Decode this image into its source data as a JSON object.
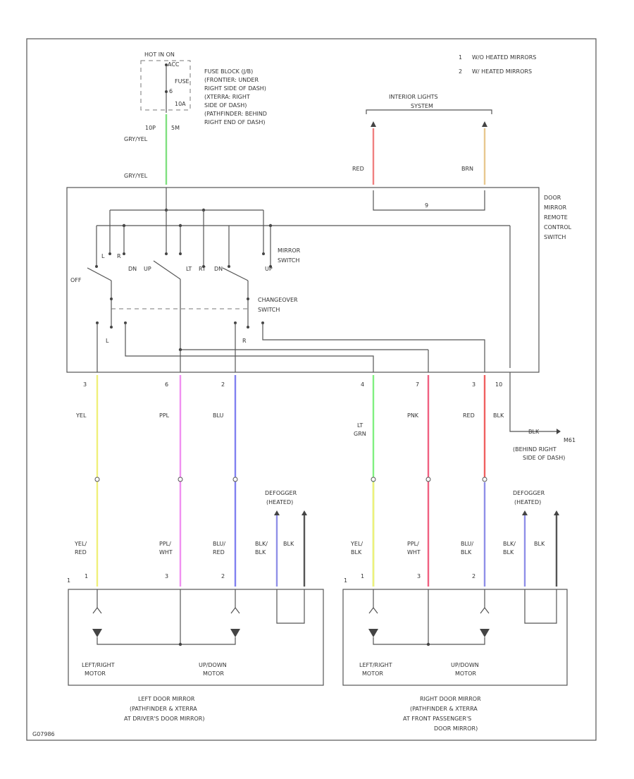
{
  "legend": [
    {
      "mark": "1",
      "text": "W/O HEATED MIRRORS"
    },
    {
      "mark": "2",
      "text": "W/ HEATED MIRRORS"
    }
  ],
  "fuse": {
    "hot": "HOT IN ON",
    "acc": "ACC",
    "fuse_label": "FUSE",
    "amp": "10A",
    "number": "6",
    "desc": [
      "FUSE BLOCK (J/B)",
      "(FRONTIER: UNDER",
      "RIGHT SIDE OF DASH)",
      "(XTERRA: RIGHT",
      "SIDE OF DASH)",
      "(PATHFINDER: BEHIND",
      "RIGHT END OF DASH)"
    ]
  },
  "wires": {
    "top_pin_a": "10P",
    "top_pin_b": "5M",
    "gry_yel_top": "GRY/YEL",
    "gry_yel_switch": "GRY/YEL"
  },
  "interior": {
    "title": [
      "INTERIOR LIGHTS",
      "SYSTEM"
    ],
    "red": "RED",
    "brn": "BRN",
    "pin": "9"
  },
  "remote_switch": [
    "DOOR",
    "MIRROR",
    "REMOTE",
    "CONTROL",
    "SWITCH"
  ],
  "mirror_switch": [
    "MIRROR",
    "SWITCH"
  ],
  "changeover": [
    "CHANGEOVER",
    "SWITCH"
  ],
  "switch_pos": {
    "off": "OFF",
    "l": "L",
    "r": "R",
    "dn": "DN",
    "up": "UP",
    "lt": "LT",
    "rt": "RT"
  },
  "connector_pins": [
    "3",
    "6",
    "2",
    "4",
    "7",
    "3",
    "10"
  ],
  "lower_wires": {
    "yel": "YEL",
    "ppl": "PPL",
    "blu": "BLU",
    "lt_grn": [
      "LT",
      "GRN"
    ],
    "pnk": "PNK",
    "red": "RED",
    "blk": "BLK",
    "ground_id": "M61",
    "ground_desc": [
      "(BEHIND RIGHT",
      "SIDE OF DASH)"
    ]
  },
  "left_mirror": {
    "wires": [
      {
        "lines": [
          "YEL/",
          "RED"
        ],
        "pin": "1"
      },
      {
        "lines": [
          "PPL/",
          "WHT"
        ],
        "pin": "3"
      },
      {
        "lines": [
          "BLU/",
          "RED"
        ],
        "pin": "2"
      },
      {
        "lines": [
          "BLK/",
          "BLK"
        ],
        "pin": ""
      },
      {
        "lines": [
          "BLK"
        ],
        "pin": ""
      }
    ],
    "defogger": [
      "DEFOGGER",
      "(HEATED)"
    ],
    "motor_a": [
      "LEFT/RIGHT",
      "MOTOR"
    ],
    "motor_b": [
      "UP/DOWN",
      "MOTOR"
    ],
    "caption": [
      "LEFT DOOR MIRROR",
      "(PATHFINDER & XTERRA",
      "AT DRIVER'S DOOR MIRROR)"
    ]
  },
  "right_mirror": {
    "wires": [
      {
        "lines": [
          "YEL/",
          "BLK"
        ],
        "pin": "1"
      },
      {
        "lines": [
          "PPL/",
          "WHT"
        ],
        "pin": "3"
      },
      {
        "lines": [
          "BLU/",
          "BLK"
        ],
        "pin": "2"
      },
      {
        "lines": [
          "BLK/",
          "BLK"
        ],
        "pin": ""
      },
      {
        "lines": [
          "BLK"
        ],
        "pin": ""
      }
    ],
    "defogger": [
      "DEFOGGER",
      "(HEATED)"
    ],
    "motor_a": [
      "LEFT/RIGHT",
      "MOTOR"
    ],
    "motor_b": [
      "UP/DOWN",
      "MOTOR"
    ],
    "caption": [
      "RIGHT DOOR MIRROR",
      "(PATHFINDER & XTERRA",
      "AT FRONT PASSENGER'S",
      "DOOR MIRROR)"
    ]
  },
  "footer_code": "G07986",
  "wire_colors": {
    "gry_yel": "#7fe07f",
    "red": "#f08080",
    "brn": "#e8c890",
    "yel": "#f0f07a",
    "ppl": "#f090f0",
    "blu": "#8080f0",
    "lt_grn": "#80f080",
    "pnk": "#f06080",
    "red_dark": "#f06060",
    "blu_light": "#9090e8",
    "blk": "#555555"
  }
}
